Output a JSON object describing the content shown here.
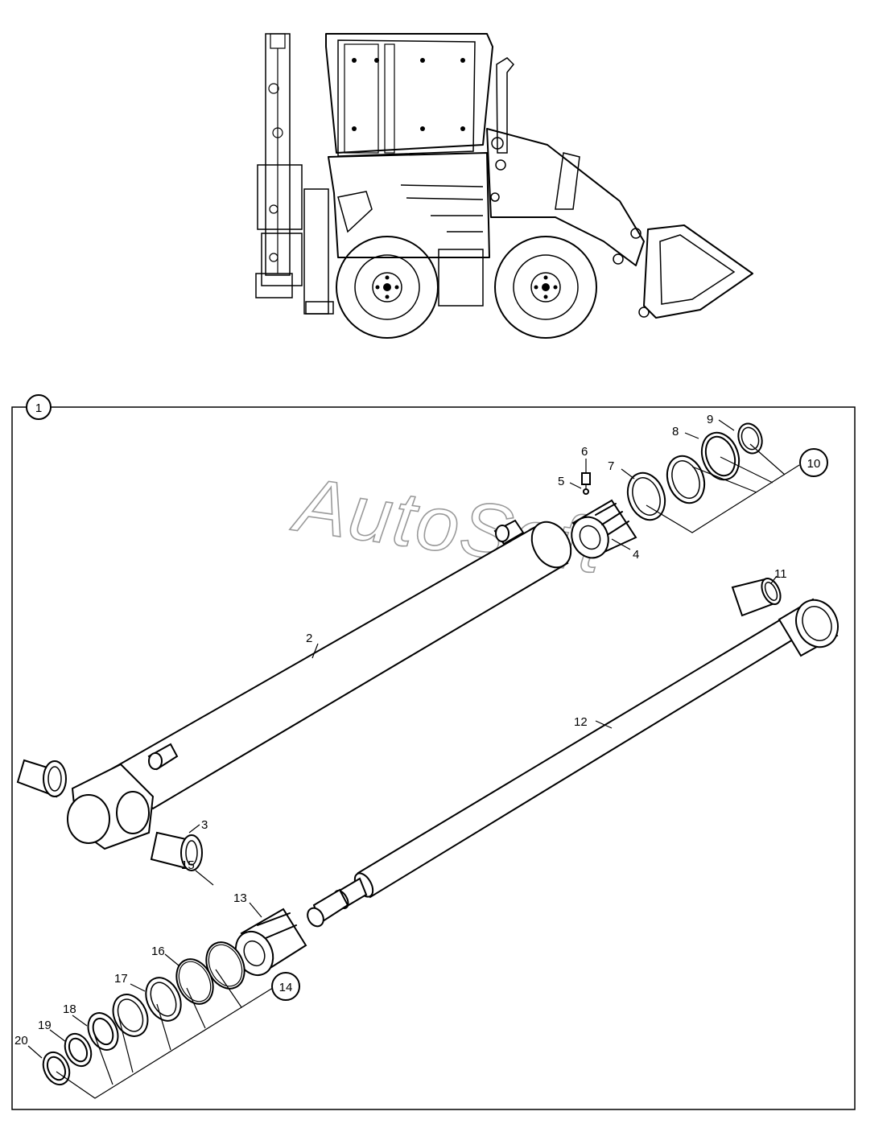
{
  "watermark": "AutoSoft",
  "frame_label": "1",
  "callouts": {
    "c2": "2",
    "c3": "3",
    "c4": "4",
    "c5": "5",
    "c6": "6",
    "c7": "7",
    "c8": "8",
    "c9": "9",
    "c10": "10",
    "c11": "11",
    "c12": "12",
    "c13": "13",
    "c14": "14",
    "c15": "15",
    "c16": "16",
    "c17": "17",
    "c18": "18",
    "c19": "19",
    "c20": "20"
  }
}
